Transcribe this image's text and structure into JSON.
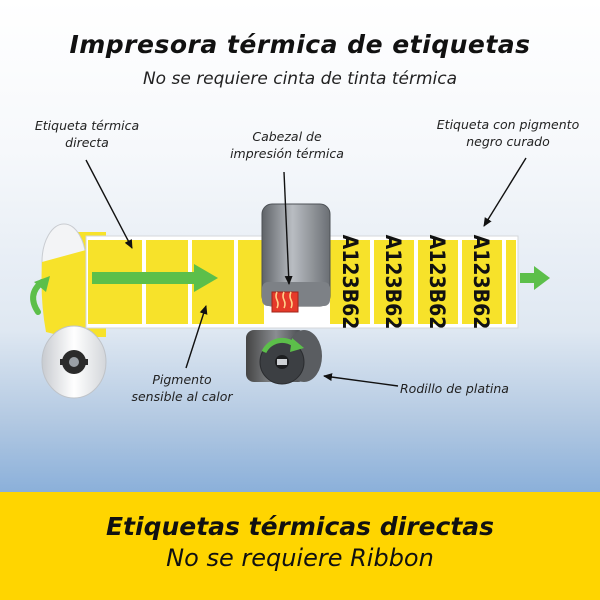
{
  "header": {
    "title": "Impresora  térmica de etiquetas",
    "subtitle": "No se requiere cinta de tinta térmica"
  },
  "labels": {
    "direct_label": [
      "Etiqueta térmica",
      "directa"
    ],
    "print_head": [
      "Cabezal de",
      "impresión térmica"
    ],
    "cured_label": [
      "Etiqueta con pigmento",
      "negro curado"
    ],
    "pigment": [
      "Pigmento",
      "sensible al calor"
    ],
    "platen": "Rodillo de platina"
  },
  "printed_code": "A123B62",
  "footer": {
    "title": "Etiquetas térmicas directas",
    "subtitle": "No se requiere Ribbon"
  },
  "colors": {
    "label_yellow": "#f7e22a",
    "arrow_green": "#5cbf4a",
    "footer_yellow": "#ffd500",
    "heat_red": "#e53a2a"
  }
}
